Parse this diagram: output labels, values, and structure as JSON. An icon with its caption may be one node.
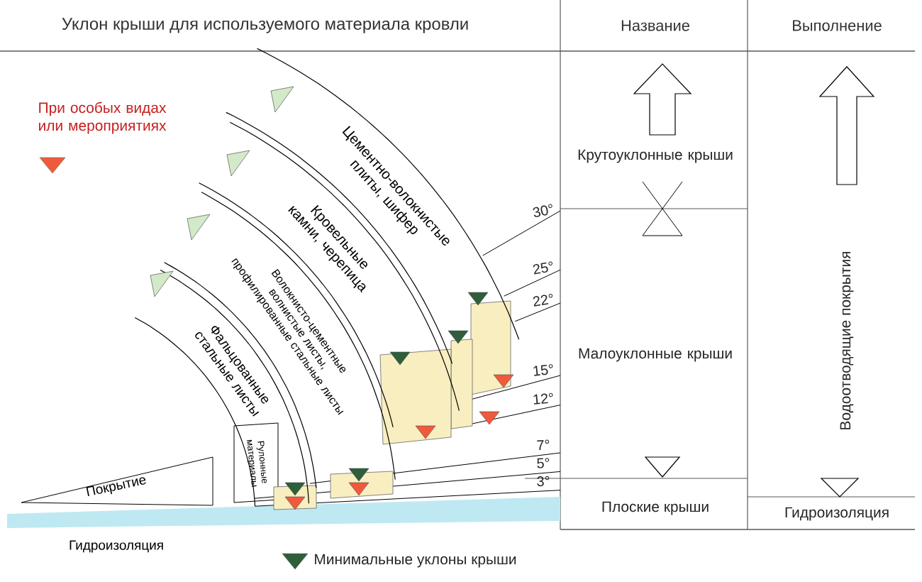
{
  "diagram": {
    "labels": [
      "Уклон крыши для используемого материала кровли",
      "Название",
      "Выполнение",
      "Цементно-волокнистые плиты, шифер",
      "Кровельные камни, черепица",
      "Волокнисто-цементные волнистые листы, профилированные стальные листы",
      "Фальцованные стальные листы",
      "Рулонные материалы",
      "Покрытие",
      "Гидроизоляция",
      "Крутоуклонные крыши",
      "Малоуклонные крыши",
      "Плоские крыши",
      "Водоотводящие покрытия",
      "Гидроизоляция",
      "30°",
      "25°",
      "22°",
      "15°",
      "12°",
      "7°",
      "5°",
      "3°"
    ],
    "legend": [
      {
        "text": "При особых видах или мероприятиях",
        "color": "#f05a3c"
      },
      {
        "text": "Минимальные уклоны крыши",
        "color": "#2e5e3a"
      }
    ]
  }
}
